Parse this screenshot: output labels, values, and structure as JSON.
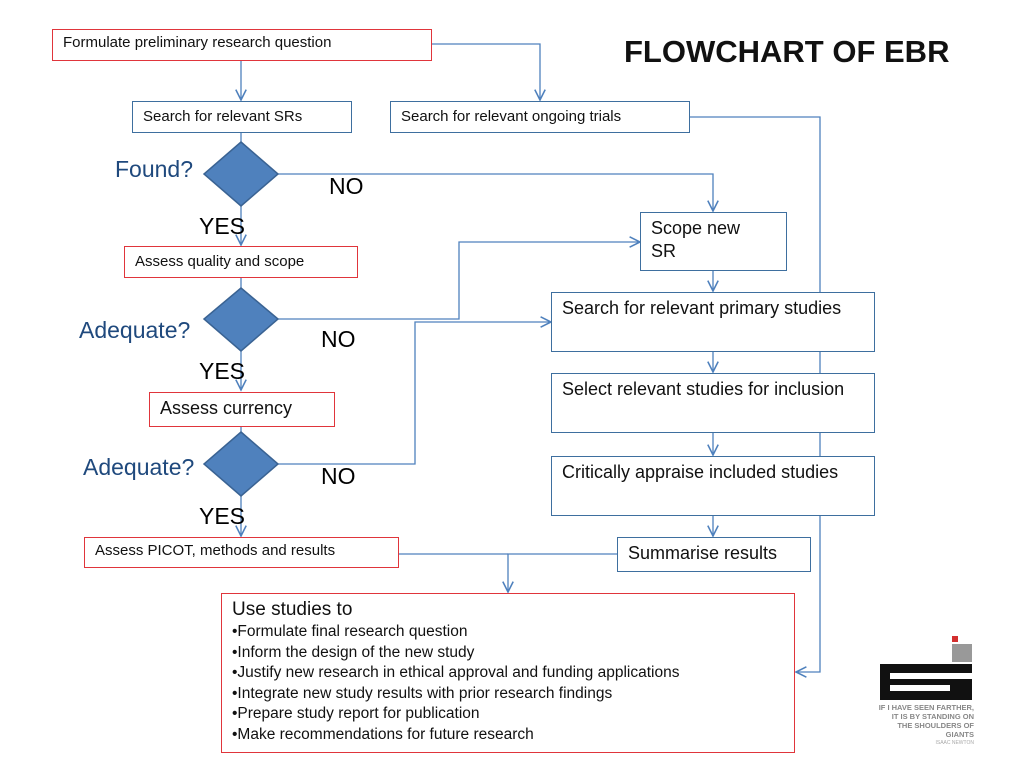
{
  "title": "FLOWCHART OF EBR",
  "boxes": {
    "formulate": "Formulate preliminary research question",
    "search_srs": "Search for relevant SRs",
    "search_trials": "Search for relevant ongoing trials",
    "assess_quality": "Assess quality and scope",
    "assess_currency": "Assess currency",
    "assess_picot": "Assess PICOT, methods and results",
    "scope_new": "Scope new SR",
    "search_primary": "Search for relevant primary studies",
    "select_studies": "Select relevant studies for inclusion",
    "critically_appraise": "Critically appraise included studies",
    "summarise": "Summarise results"
  },
  "decisions": {
    "found": "Found?",
    "adequate1": "Adequate?",
    "adequate2": "Adequate?"
  },
  "labels": {
    "yes": "YES",
    "no": "NO"
  },
  "final": {
    "heading": "Use  studies to",
    "items": [
      "•Formulate final research question",
      "•Inform the design of the new study",
      "•Justify new research in ethical approval and funding applications",
      "•Integrate new study results with prior research findings",
      "•Prepare study report for publication",
      "•Make recommendations for future research"
    ]
  },
  "logo": {
    "text": "IF I HAVE SEEN FARTHER, IT IS BY STANDING ON THE SHOULDERS OF GIANTS",
    "author": "ISAAC NEWTON"
  },
  "colors": {
    "diamond": "#4f81bd",
    "line": "#4f81bd",
    "red_border": "#e0353b",
    "question": "#1f497d"
  }
}
